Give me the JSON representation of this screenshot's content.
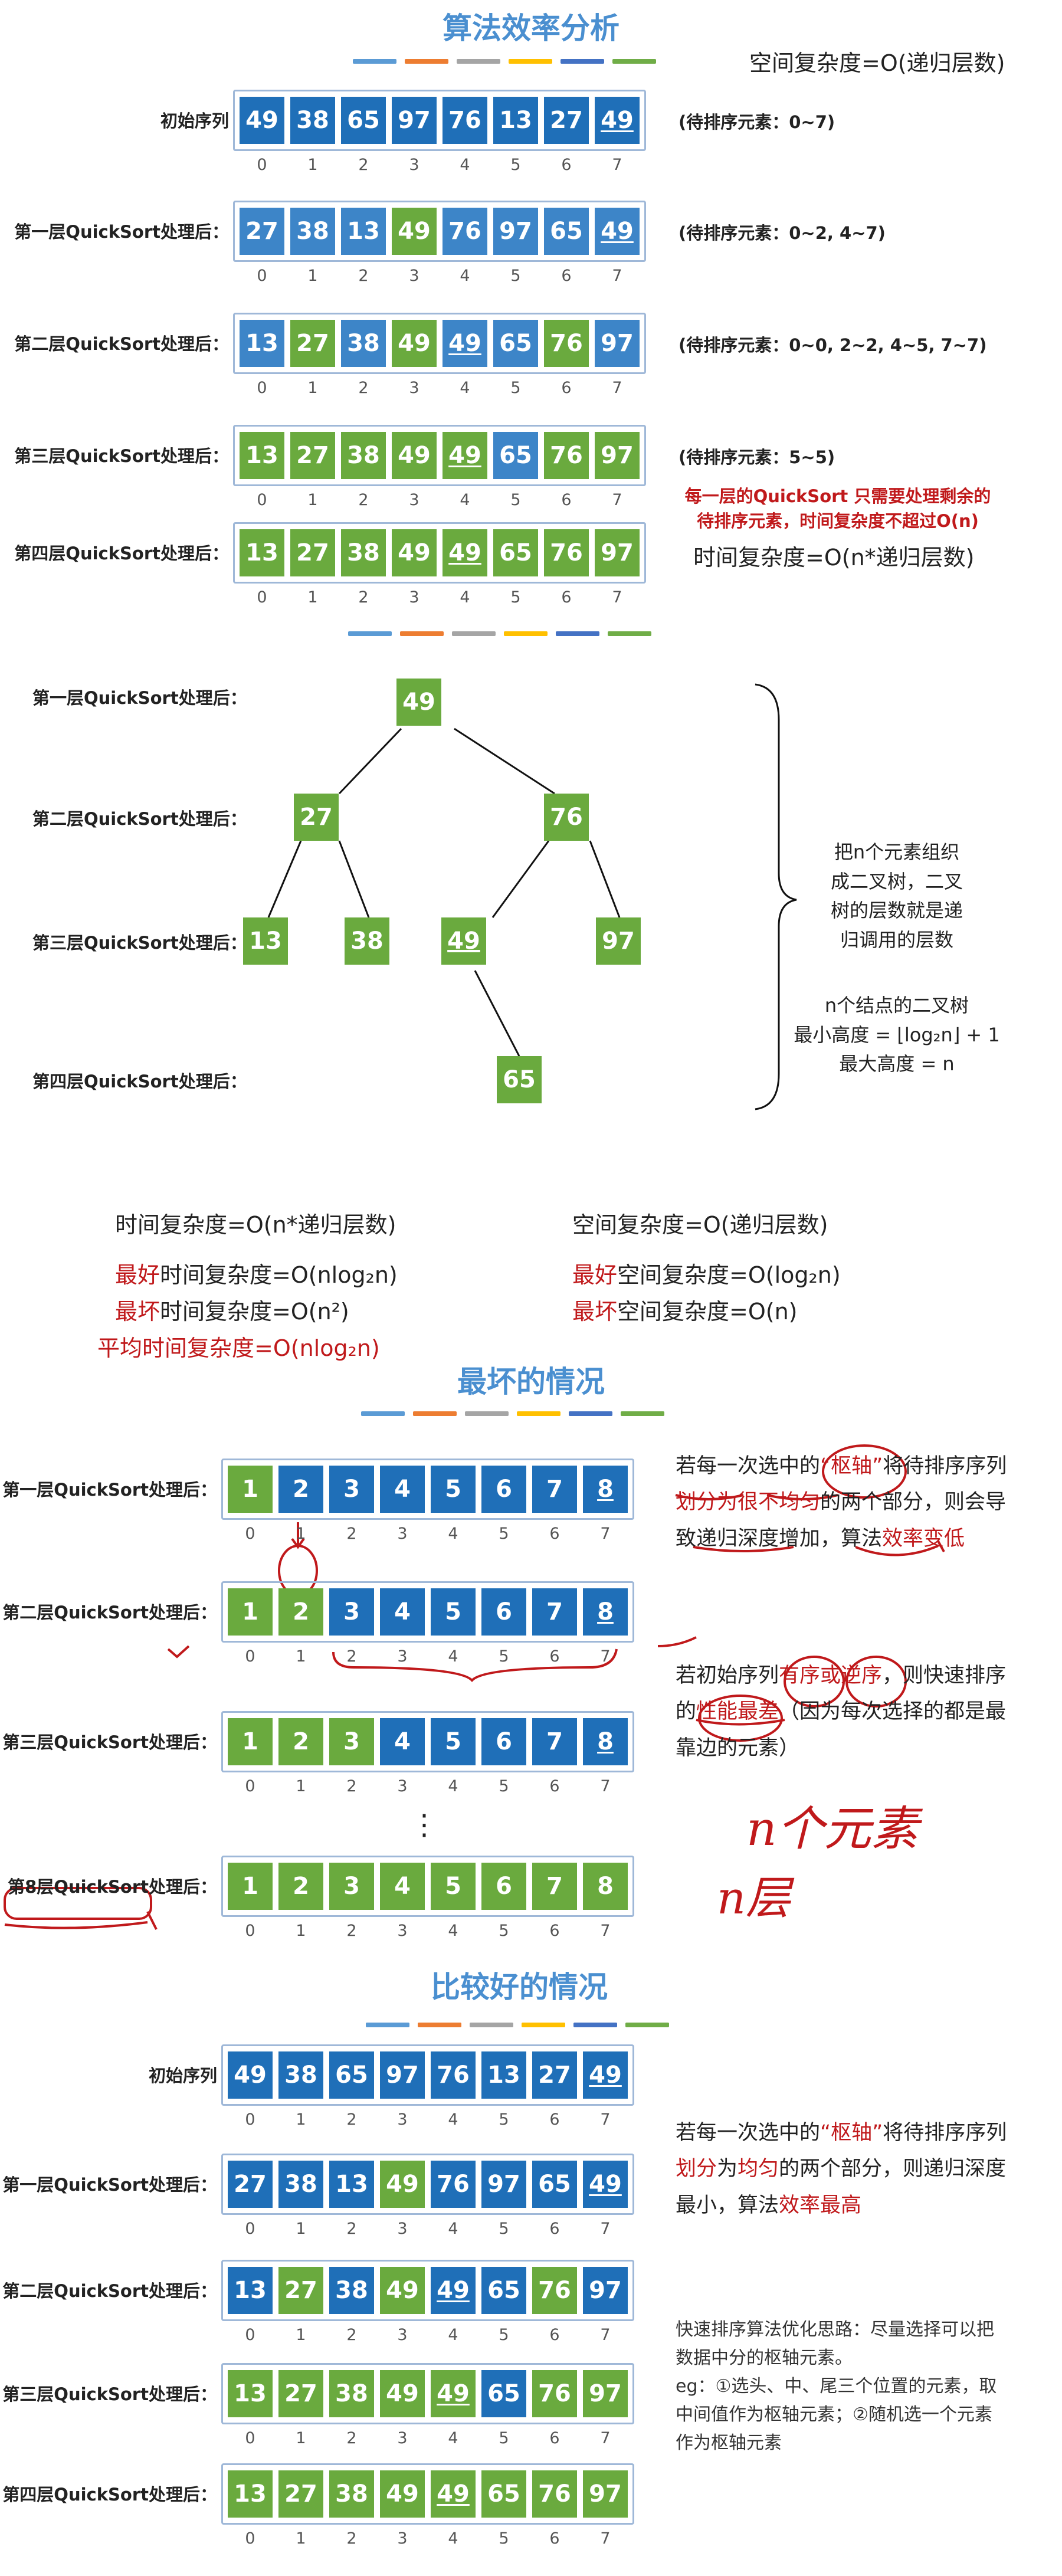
{
  "section1": {
    "title": "算法效率分析",
    "space_note": "空间复杂度=O(递归层数)",
    "rows": [
      {
        "label": "初始序列",
        "cells": [
          {
            "v": "49",
            "c": "b"
          },
          {
            "v": "38",
            "c": "b"
          },
          {
            "v": "65",
            "c": "b"
          },
          {
            "v": "97",
            "c": "b"
          },
          {
            "v": "76",
            "c": "b"
          },
          {
            "v": "13",
            "c": "b"
          },
          {
            "v": "27",
            "c": "b"
          },
          {
            "v": "49",
            "c": "b",
            "u": true
          }
        ],
        "note": "(待排序元素：0~7)"
      },
      {
        "label": "第一层QuickSort处理后：",
        "cells": [
          {
            "v": "27",
            "c": "l"
          },
          {
            "v": "38",
            "c": "l"
          },
          {
            "v": "13",
            "c": "l"
          },
          {
            "v": "49",
            "c": "g"
          },
          {
            "v": "76",
            "c": "l"
          },
          {
            "v": "97",
            "c": "l"
          },
          {
            "v": "65",
            "c": "l"
          },
          {
            "v": "49",
            "c": "l",
            "u": true
          }
        ],
        "note": "(待排序元素：0~2, 4~7)"
      },
      {
        "label": "第二层QuickSort处理后：",
        "cells": [
          {
            "v": "13",
            "c": "l"
          },
          {
            "v": "27",
            "c": "g"
          },
          {
            "v": "38",
            "c": "l"
          },
          {
            "v": "49",
            "c": "g"
          },
          {
            "v": "49",
            "c": "l",
            "u": true
          },
          {
            "v": "65",
            "c": "l"
          },
          {
            "v": "76",
            "c": "g"
          },
          {
            "v": "97",
            "c": "l"
          }
        ],
        "note": "(待排序元素：0~0, 2~2, 4~5, 7~7)"
      },
      {
        "label": "第三层QuickSort处理后：",
        "cells": [
          {
            "v": "13",
            "c": "g"
          },
          {
            "v": "27",
            "c": "g"
          },
          {
            "v": "38",
            "c": "g"
          },
          {
            "v": "49",
            "c": "g"
          },
          {
            "v": "49",
            "c": "g",
            "u": true
          },
          {
            "v": "65",
            "c": "l"
          },
          {
            "v": "76",
            "c": "g"
          },
          {
            "v": "97",
            "c": "g"
          }
        ],
        "note": "(待排序元素：5~5)"
      },
      {
        "label": "第四层QuickSort处理后：",
        "cells": [
          {
            "v": "13",
            "c": "g"
          },
          {
            "v": "27",
            "c": "g"
          },
          {
            "v": "38",
            "c": "g"
          },
          {
            "v": "49",
            "c": "g"
          },
          {
            "v": "49",
            "c": "g",
            "u": true
          },
          {
            "v": "65",
            "c": "g"
          },
          {
            "v": "76",
            "c": "g"
          },
          {
            "v": "97",
            "c": "g"
          }
        ],
        "note": ""
      }
    ],
    "red_note": [
      "每一层的QuickSort 只需要处理剩余的",
      "待排序元素，时间复杂度不超过O(n)"
    ],
    "time_note": "时间复杂度=O(n*递归层数)"
  },
  "indices": [
    "0",
    "1",
    "2",
    "3",
    "4",
    "5",
    "6",
    "7"
  ],
  "tree": {
    "labels": [
      "第一层QuickSort处理后：",
      "第二层QuickSort处理后：",
      "第三层QuickSort处理后：",
      "第四层QuickSort处理后："
    ],
    "nodes": [
      "49",
      "27",
      "76",
      "13",
      "38",
      "49",
      "97",
      "65"
    ],
    "side_text": [
      "把n个元素组织",
      "成二叉树，二叉",
      "树的层数就是递",
      "归调用的层数"
    ],
    "side_text2": [
      "n个结点的二叉树",
      "最小高度 = ⌊log₂n⌋ + 1",
      "最大高度 = n"
    ]
  },
  "complexity": {
    "time_title": "时间复杂度=O(n*递归层数)",
    "space_title": "空间复杂度=O(递归层数)",
    "best_time_a": "最好",
    "best_time_b": "时间复杂度=O(nlog₂n)",
    "worst_time_a": "最坏",
    "worst_time_b": "时间复杂度=O(n²)",
    "avg_time": "平均时间复杂度=O(nlog₂n)",
    "best_space_a": "最好",
    "best_space_b": "空间复杂度=O(log₂n)",
    "worst_space_a": "最坏",
    "worst_space_b": "空间复杂度=O(n)"
  },
  "worst": {
    "title": "最坏的情况",
    "rows": [
      {
        "label": "第一层QuickSort处理后：",
        "cells": [
          {
            "v": "1",
            "c": "g"
          },
          {
            "v": "2",
            "c": "b"
          },
          {
            "v": "3",
            "c": "b"
          },
          {
            "v": "4",
            "c": "b"
          },
          {
            "v": "5",
            "c": "b"
          },
          {
            "v": "6",
            "c": "b"
          },
          {
            "v": "7",
            "c": "b"
          },
          {
            "v": "8",
            "c": "b",
            "u": true
          }
        ]
      },
      {
        "label": "第二层QuickSort处理后：",
        "cells": [
          {
            "v": "1",
            "c": "g"
          },
          {
            "v": "2",
            "c": "g"
          },
          {
            "v": "3",
            "c": "b"
          },
          {
            "v": "4",
            "c": "b"
          },
          {
            "v": "5",
            "c": "b"
          },
          {
            "v": "6",
            "c": "b"
          },
          {
            "v": "7",
            "c": "b"
          },
          {
            "v": "8",
            "c": "b",
            "u": true
          }
        ]
      },
      {
        "label": "第三层QuickSort处理后：",
        "cells": [
          {
            "v": "1",
            "c": "g"
          },
          {
            "v": "2",
            "c": "g"
          },
          {
            "v": "3",
            "c": "g"
          },
          {
            "v": "4",
            "c": "b"
          },
          {
            "v": "5",
            "c": "b"
          },
          {
            "v": "6",
            "c": "b"
          },
          {
            "v": "7",
            "c": "b"
          },
          {
            "v": "8",
            "c": "b",
            "u": true
          }
        ]
      },
      {
        "label": "第8层QuickSort处理后：",
        "cells": [
          {
            "v": "1",
            "c": "g"
          },
          {
            "v": "2",
            "c": "g"
          },
          {
            "v": "3",
            "c": "g"
          },
          {
            "v": "4",
            "c": "g"
          },
          {
            "v": "5",
            "c": "g"
          },
          {
            "v": "6",
            "c": "g"
          },
          {
            "v": "7",
            "c": "g"
          },
          {
            "v": "8",
            "c": "g"
          }
        ]
      }
    ],
    "ellipsis": "⋮",
    "para1_a": "若每一次选中的",
    "para1_b": "“枢轴”",
    "para1_c": "将待排序序列",
    "para1_d": "划分为",
    "para1_e": "很不均匀",
    "para1_f": "的两个部分，则会导",
    "para1_g": "致递归深度增加，算法",
    "para1_h": "效率变低",
    "para2_a": "若初始序列",
    "para2_b": "有序或逆序",
    "para2_c": "，则快速排序",
    "para2_d": "的",
    "para2_e": "性能最差",
    "para2_f": "（因为每次选择的都是最",
    "para2_g": "靠边的元素）",
    "hand1": "n个元素",
    "hand2": "n层"
  },
  "good": {
    "title": "比较好的情况",
    "rows": [
      {
        "label": "初始序列",
        "cells": [
          {
            "v": "49",
            "c": "b"
          },
          {
            "v": "38",
            "c": "b"
          },
          {
            "v": "65",
            "c": "b"
          },
          {
            "v": "97",
            "c": "b"
          },
          {
            "v": "76",
            "c": "b"
          },
          {
            "v": "13",
            "c": "b"
          },
          {
            "v": "27",
            "c": "b"
          },
          {
            "v": "49",
            "c": "b",
            "u": true
          }
        ]
      },
      {
        "label": "第一层QuickSort处理后：",
        "cells": [
          {
            "v": "27",
            "c": "b"
          },
          {
            "v": "38",
            "c": "b"
          },
          {
            "v": "13",
            "c": "b"
          },
          {
            "v": "49",
            "c": "g"
          },
          {
            "v": "76",
            "c": "b"
          },
          {
            "v": "97",
            "c": "b"
          },
          {
            "v": "65",
            "c": "b"
          },
          {
            "v": "49",
            "c": "b",
            "u": true
          }
        ]
      },
      {
        "label": "第二层QuickSort处理后：",
        "cells": [
          {
            "v": "13",
            "c": "b"
          },
          {
            "v": "27",
            "c": "g"
          },
          {
            "v": "38",
            "c": "b"
          },
          {
            "v": "49",
            "c": "g"
          },
          {
            "v": "49",
            "c": "b",
            "u": true
          },
          {
            "v": "65",
            "c": "b"
          },
          {
            "v": "76",
            "c": "g"
          },
          {
            "v": "97",
            "c": "b"
          }
        ]
      },
      {
        "label": "第三层QuickSort处理后：",
        "cells": [
          {
            "v": "13",
            "c": "g"
          },
          {
            "v": "27",
            "c": "g"
          },
          {
            "v": "38",
            "c": "g"
          },
          {
            "v": "49",
            "c": "g"
          },
          {
            "v": "49",
            "c": "g",
            "u": true
          },
          {
            "v": "65",
            "c": "b"
          },
          {
            "v": "76",
            "c": "g"
          },
          {
            "v": "97",
            "c": "g"
          }
        ]
      },
      {
        "label": "第四层QuickSort处理后：",
        "cells": [
          {
            "v": "13",
            "c": "g"
          },
          {
            "v": "27",
            "c": "g"
          },
          {
            "v": "38",
            "c": "g"
          },
          {
            "v": "49",
            "c": "g"
          },
          {
            "v": "49",
            "c": "g",
            "u": true
          },
          {
            "v": "65",
            "c": "g"
          },
          {
            "v": "76",
            "c": "g"
          },
          {
            "v": "97",
            "c": "g"
          }
        ]
      }
    ],
    "para_a": "若每一次选中的",
    "para_b": "“枢轴”",
    "para_c": "将待排序序列",
    "para_d": "划分",
    "para_e": "为",
    "para_f": "均匀",
    "para_g": "的两个部分，则递归深度",
    "para_h": "最小，算法",
    "para_i": "效率最高",
    "opt1": "快速排序算法优化思路：尽量选择可以把",
    "opt2": "数据中分的枢轴元素。",
    "opt3": "eg：①选头、中、尾三个位置的元素，取",
    "opt4": "中间值作为枢轴元素；②随机选一个元素",
    "opt5": "作为枢轴元素"
  },
  "colors": {
    "blue": "#1f6fb8",
    "lightblue": "#3d85c8",
    "green": "#6aaa3e",
    "red": "#c0191b",
    "title": "#4a8fd0"
  }
}
